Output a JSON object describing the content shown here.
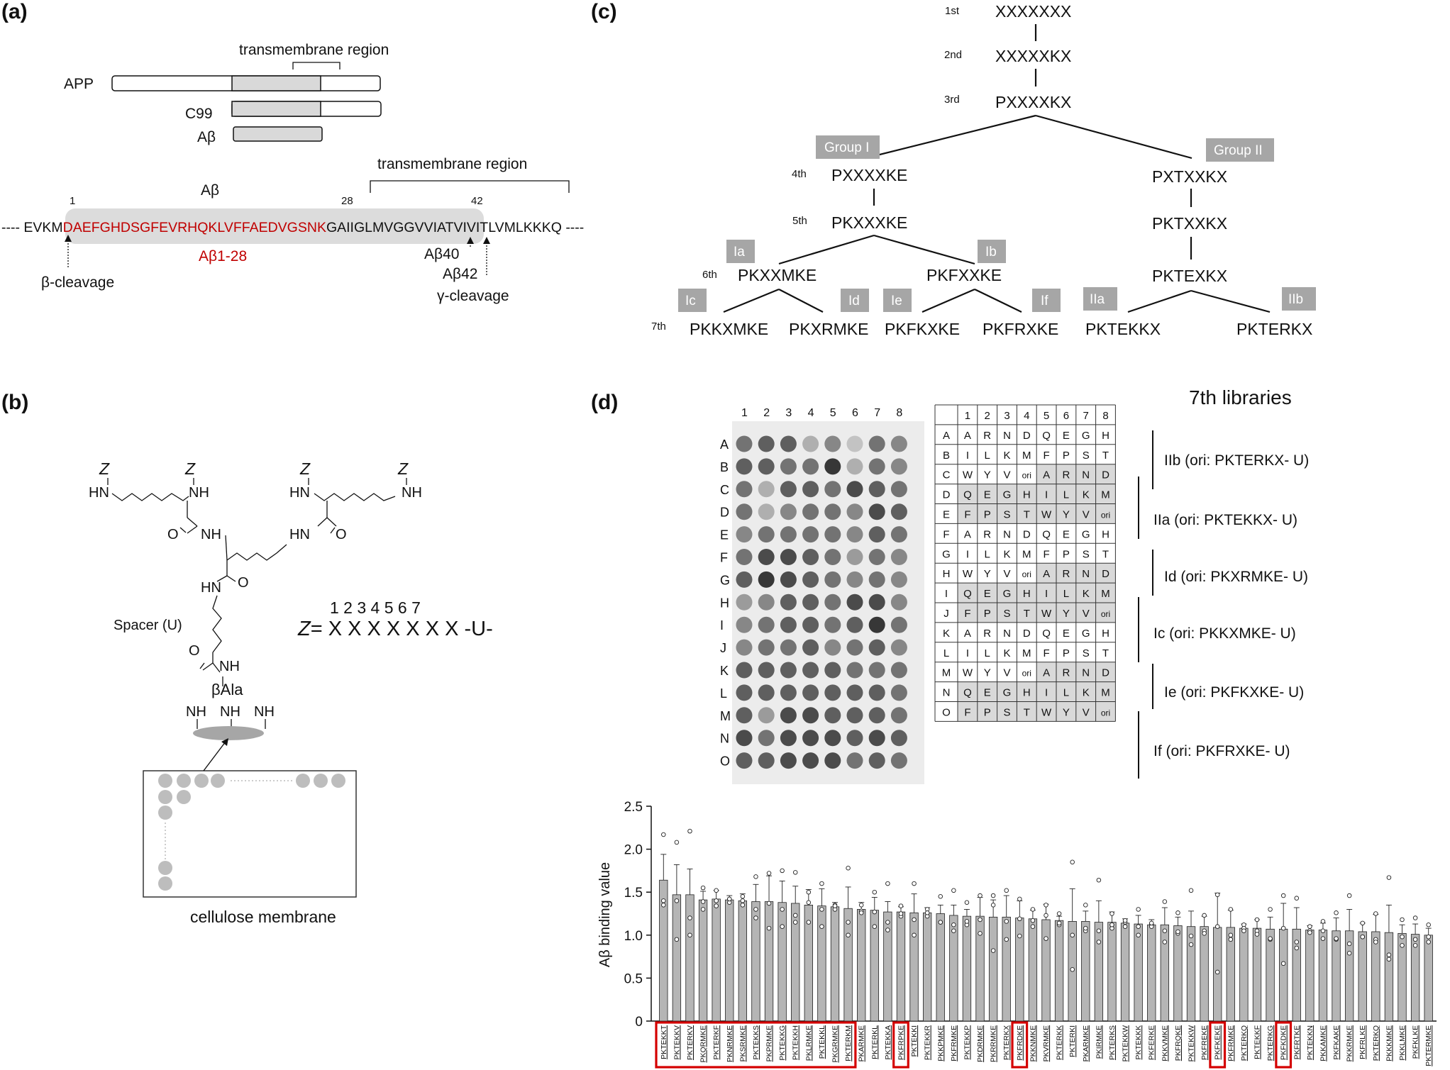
{
  "panels": {
    "a": "(a)",
    "b": "(b)",
    "c": "(c)",
    "d": "(d)"
  },
  "panel_a": {
    "bars": [
      "APP",
      "C99",
      "Aβ"
    ],
    "tm_top": "transmembrane region",
    "tm_seq": "transmembrane region",
    "abeta_label": "Aβ",
    "pos1": "1",
    "pos28": "28",
    "pos42": "42",
    "seq_pre": "---- EVKM",
    "seq_red": "DAEFGHDSGFEVRHQKLVFFAEDVGSNK",
    "seq_post": "GAIIGLMVGGVVIATVIVITLVMLKKKQ ----",
    "ab1_28": "Aβ1-28",
    "beta_cleavage": "β-cleavage",
    "ab40": "Aβ40",
    "ab42": "Aβ42",
    "gamma_cleavage": "γ-cleavage"
  },
  "panel_b": {
    "Z": "Z",
    "NH": "NH",
    "HN": "HN",
    "O": "O",
    "spacer": "Spacer (U)",
    "bala": "βAla",
    "positions": "1 2 3 4 5 6 7",
    "formula_z": "Z",
    "formula": "= X X X X X X X -U-",
    "membrane": "cellulose membrane"
  },
  "panel_c": {
    "rounds": [
      "1st",
      "2nd",
      "3rd",
      "4th",
      "5th",
      "6th",
      "7th"
    ],
    "seq1": "XXXXXXX",
    "seq2": "XXXXXKX",
    "seq3": "PXXXXKX",
    "group1": "Group I",
    "group2": "Group II",
    "g1_4": "PXXXXKE",
    "g1_5": "PKXXXKE",
    "ia": "Ia",
    "ib": "Ib",
    "ia_seq": "PKXXMKE",
    "ib_seq": "PKFXXKE",
    "ic": "Ic",
    "id": "Id",
    "ie": "Ie",
    "if": "If",
    "ic_seq": "PKKXMKE",
    "id_seq": "PKXRMKE",
    "ie_seq": "PKFKXKE",
    "if_seq": "PKFRXKE",
    "g2_4": "PXTXXKX",
    "g2_5": "PKTXXKX",
    "g2_6": "PKTEXKX",
    "iia": "IIa",
    "iib": "IIb",
    "iia_seq": "PKTEKKX",
    "iib_seq": "PKTERKX"
  },
  "panel_d": {
    "title": "7th libraries",
    "col_nums": [
      "1",
      "2",
      "3",
      "4",
      "5",
      "6",
      "7",
      "8"
    ],
    "row_letters": [
      "A",
      "B",
      "C",
      "D",
      "E",
      "F",
      "G",
      "H",
      "I",
      "J",
      "K",
      "L",
      "M",
      "N",
      "O"
    ],
    "grid_rows": [
      [
        "A",
        "R",
        "N",
        "D",
        "Q",
        "E",
        "G",
        "H"
      ],
      [
        "I",
        "L",
        "K",
        "M",
        "F",
        "P",
        "S",
        "T"
      ],
      [
        "W",
        "Y",
        "V",
        "ori",
        "A",
        "R",
        "N",
        "D"
      ],
      [
        "Q",
        "E",
        "G",
        "H",
        "I",
        "L",
        "K",
        "M"
      ],
      [
        "F",
        "P",
        "S",
        "T",
        "W",
        "Y",
        "V",
        "ori"
      ],
      [
        "A",
        "R",
        "N",
        "D",
        "Q",
        "E",
        "G",
        "H"
      ],
      [
        "I",
        "L",
        "K",
        "M",
        "F",
        "P",
        "S",
        "T"
      ],
      [
        "W",
        "Y",
        "V",
        "ori",
        "A",
        "R",
        "N",
        "D"
      ],
      [
        "Q",
        "E",
        "G",
        "H",
        "I",
        "L",
        "K",
        "M"
      ],
      [
        "F",
        "P",
        "S",
        "T",
        "W",
        "Y",
        "V",
        "ori"
      ],
      [
        "A",
        "R",
        "N",
        "D",
        "Q",
        "E",
        "G",
        "H"
      ],
      [
        "I",
        "L",
        "K",
        "M",
        "F",
        "P",
        "S",
        "T"
      ],
      [
        "W",
        "Y",
        "V",
        "ori",
        "A",
        "R",
        "N",
        "D"
      ],
      [
        "Q",
        "E",
        "G",
        "H",
        "I",
        "L",
        "K",
        "M"
      ],
      [
        "F",
        "P",
        "S",
        "T",
        "W",
        "Y",
        "V",
        "ori"
      ]
    ],
    "library_labels": [
      "IIb (ori: PKTERKX- U)",
      "IIa (ori: PKTEKKX- U)",
      "Id (ori: PKXRMKE- U)",
      "Ic (ori: PKKXMKE- U)",
      "Ie (ori: PKFKXKE- U)",
      "If (ori: PKFRXKE- U)"
    ],
    "spot_intensity": [
      [
        0.6,
        0.7,
        0.7,
        0.3,
        0.5,
        0.2,
        0.6,
        0.5
      ],
      [
        0.7,
        0.7,
        0.6,
        0.6,
        0.9,
        0.3,
        0.6,
        0.5
      ],
      [
        0.6,
        0.3,
        0.7,
        0.7,
        0.6,
        0.8,
        0.7,
        0.6
      ],
      [
        0.6,
        0.3,
        0.5,
        0.6,
        0.6,
        0.5,
        0.8,
        0.7
      ],
      [
        0.5,
        0.6,
        0.6,
        0.6,
        0.6,
        0.5,
        0.7,
        0.6
      ],
      [
        0.6,
        0.8,
        0.8,
        0.7,
        0.6,
        0.4,
        0.6,
        0.5
      ],
      [
        0.7,
        0.9,
        0.8,
        0.7,
        0.6,
        0.5,
        0.6,
        0.5
      ],
      [
        0.4,
        0.5,
        0.7,
        0.7,
        0.6,
        0.8,
        0.8,
        0.5
      ],
      [
        0.5,
        0.6,
        0.7,
        0.7,
        0.6,
        0.7,
        0.9,
        0.6
      ],
      [
        0.5,
        0.6,
        0.6,
        0.7,
        0.5,
        0.6,
        0.7,
        0.5
      ],
      [
        0.7,
        0.7,
        0.7,
        0.7,
        0.7,
        0.6,
        0.6,
        0.6
      ],
      [
        0.7,
        0.7,
        0.7,
        0.7,
        0.7,
        0.7,
        0.7,
        0.6
      ],
      [
        0.7,
        0.4,
        0.8,
        0.8,
        0.7,
        0.7,
        0.7,
        0.6
      ],
      [
        0.8,
        0.6,
        0.8,
        0.8,
        0.8,
        0.7,
        0.8,
        0.7
      ],
      [
        0.7,
        0.7,
        0.8,
        0.8,
        0.8,
        0.6,
        0.7,
        0.6
      ]
    ]
  },
  "chart_data": {
    "type": "bar",
    "ylabel": "Aβ binding value",
    "ylim": [
      0,
      2.5
    ],
    "yticks": [
      "0",
      "0.5",
      "1.0",
      "1.5",
      "2.0",
      "2.5"
    ],
    "bar_color": "#b5b5b5",
    "highlight_color": "#d40000",
    "categories": [
      "PKTEKKT",
      "PKTEKKV",
      "PKTERKV",
      "PKQRMKE",
      "PKTERKF",
      "PKNRMKE",
      "PKSRMKE",
      "PKTEKKS",
      "PKPRMKE",
      "PKTEKKG",
      "PKTEKKH",
      "PKLRMKE",
      "PKTEKKL",
      "PKGRMKE",
      "PKTERKM",
      "PKARMKE",
      "PKTERKL",
      "PKTEKKA",
      "PKFRPKE",
      "PKTEKKI",
      "PKTEKKR",
      "PKKPMKE",
      "PKFRMKE",
      "PKTEKKP",
      "PKDRMKE",
      "PKRRMKE",
      "PKTERKX",
      "PKFRDKE",
      "PKKNMKE",
      "PKVRMKE",
      "PKTERKK",
      "PKTERKI",
      "PKARMKE",
      "PKIRMKE",
      "PKTERKS",
      "PKTEKKW",
      "PKTEKKK",
      "PKFERKE",
      "PKKVMKE",
      "PKFRQKE",
      "PKTEKKW",
      "PKFREKE",
      "PKFKEKE",
      "PKFRMKE",
      "PKTERKQ",
      "PKTEKKF",
      "PKTERKG",
      "PKFKDKE",
      "PKFRTKE",
      "PKTEKKN",
      "PKKAMKE",
      "PKFKAKE",
      "PKKRMKE",
      "PKFRLKE",
      "PKTERKQ",
      "PKKKMKE",
      "PKKLMKE",
      "PKFKLKE",
      "PKTERMKE"
    ],
    "values": [
      1.64,
      1.47,
      1.47,
      1.41,
      1.42,
      1.41,
      1.4,
      1.39,
      1.39,
      1.38,
      1.37,
      1.35,
      1.34,
      1.33,
      1.31,
      1.3,
      1.29,
      1.27,
      1.27,
      1.26,
      1.26,
      1.25,
      1.23,
      1.22,
      1.22,
      1.21,
      1.21,
      1.2,
      1.19,
      1.18,
      1.17,
      1.16,
      1.16,
      1.15,
      1.15,
      1.14,
      1.13,
      1.12,
      1.12,
      1.11,
      1.1,
      1.1,
      1.09,
      1.09,
      1.08,
      1.08,
      1.07,
      1.07,
      1.07,
      1.06,
      1.06,
      1.05,
      1.05,
      1.04,
      1.04,
      1.03,
      1.02,
      1.01,
      1.0
    ],
    "errors": [
      0.3,
      0.35,
      0.3,
      0.1,
      0.1,
      0.05,
      0.08,
      0.2,
      0.3,
      0.25,
      0.2,
      0.18,
      0.2,
      0.05,
      0.25,
      0.08,
      0.15,
      0.12,
      0.06,
      0.22,
      0.06,
      0.1,
      0.12,
      0.08,
      0.22,
      0.2,
      0.25,
      0.2,
      0.1,
      0.18,
      0.05,
      0.38,
      0.12,
      0.25,
      0.12,
      0.05,
      0.1,
      0.06,
      0.2,
      0.1,
      0.18,
      0.12,
      0.4,
      0.2,
      0.05,
      0.1,
      0.14,
      0.3,
      0.25,
      0.05,
      0.08,
      0.15,
      0.25,
      0.1,
      0.2,
      0.32,
      0.1,
      0.12,
      0.08
    ],
    "points": [
      [
        2.17,
        1.35,
        1.4
      ],
      [
        2.08,
        0.95,
        1.4
      ],
      [
        2.21,
        1.0,
        1.2
      ],
      [
        1.55,
        1.3,
        1.39
      ],
      [
        1.52,
        1.4,
        1.34
      ],
      [
        1.42,
        1.38,
        1.42
      ],
      [
        1.45,
        1.35,
        1.4
      ],
      [
        1.68,
        1.2,
        1.3
      ],
      [
        1.72,
        1.08,
        1.37
      ],
      [
        1.75,
        1.1,
        1.3
      ],
      [
        1.73,
        1.15,
        1.23
      ],
      [
        1.5,
        1.15,
        1.38
      ],
      [
        1.6,
        1.1,
        1.3
      ],
      [
        1.3,
        1.35,
        1.34
      ],
      [
        1.78,
        1.0,
        1.15
      ],
      [
        1.35,
        1.28,
        1.26
      ],
      [
        1.5,
        1.1,
        1.27
      ],
      [
        1.6,
        1.06,
        1.15
      ],
      [
        1.34,
        1.22,
        1.25
      ],
      [
        1.6,
        1.0,
        1.18
      ],
      [
        1.3,
        1.22,
        1.26
      ],
      [
        1.45,
        1.15,
        1.15
      ],
      [
        1.52,
        1.05,
        1.12
      ],
      [
        1.38,
        1.12,
        1.16
      ],
      [
        1.46,
        1.02,
        1.18
      ],
      [
        1.46,
        0.82,
        1.35
      ],
      [
        1.52,
        0.95,
        1.16
      ],
      [
        1.42,
        0.99,
        1.19
      ],
      [
        1.3,
        1.1,
        1.17
      ],
      [
        1.35,
        0.96,
        1.23
      ],
      [
        1.25,
        1.12,
        1.14
      ],
      [
        1.85,
        0.6,
        1.0
      ],
      [
        1.35,
        1.05,
        1.08
      ],
      [
        1.64,
        0.92,
        1.05
      ],
      [
        1.25,
        1.08,
        1.12
      ],
      [
        1.15,
        1.1,
        1.17
      ],
      [
        1.3,
        1.0,
        1.1
      ],
      [
        1.13,
        1.1,
        1.14
      ],
      [
        1.39,
        0.92,
        1.05
      ],
      [
        1.26,
        1.02,
        1.04
      ],
      [
        1.52,
        0.89,
        0.99
      ],
      [
        1.23,
        1.05,
        1.02
      ],
      [
        1.47,
        0.57,
        1.1
      ],
      [
        1.3,
        1.0,
        0.95
      ],
      [
        1.12,
        1.08,
        1.05
      ],
      [
        1.18,
        1.05,
        1.01
      ],
      [
        1.3,
        0.95,
        0.96
      ],
      [
        1.46,
        0.67,
        1.08
      ],
      [
        1.43,
        0.85,
        0.92
      ],
      [
        1.1,
        1.05,
        1.03
      ],
      [
        1.16,
        1.05,
        0.96
      ],
      [
        1.26,
        0.95,
        0.96
      ],
      [
        1.46,
        0.9,
        0.79
      ],
      [
        1.14,
        0.98,
        0.98
      ],
      [
        1.25,
        0.95,
        0.92
      ],
      [
        1.67,
        0.77,
        0.72
      ],
      [
        1.18,
        0.98,
        0.88
      ],
      [
        1.2,
        0.95,
        0.88
      ],
      [
        1.12,
        0.98,
        0.92
      ]
    ],
    "highlighted_groups": [
      [
        0,
        14
      ],
      [
        18,
        18
      ],
      [
        27,
        27
      ],
      [
        42,
        42
      ],
      [
        47,
        47
      ]
    ]
  }
}
